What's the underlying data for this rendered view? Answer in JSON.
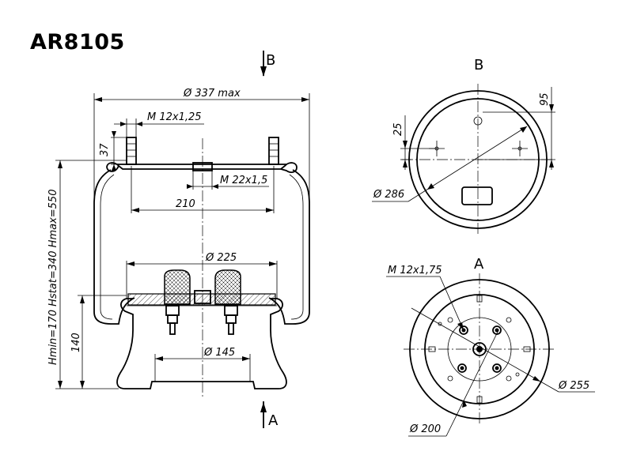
{
  "title": "AR8105",
  "views": {
    "view_b_label": "B",
    "view_a_label": "A",
    "arrow_b_label": "B",
    "arrow_a_label": "A"
  },
  "dimensions": {
    "outer_diameter": "Ø 337 max",
    "top_thread": "M 12x1,25",
    "stud_height": "37",
    "center_thread": "M 22x1,5",
    "stud_spacing": "210",
    "piston_diameter": "Ø 225",
    "base_diameter": "Ø 145",
    "piston_height": "140",
    "heights": "Hmin=170  Hstat=340  Hmax=550",
    "top_plate_diameter": "Ø 286",
    "offset_95": "95",
    "offset_25": "25",
    "bottom_thread": "M 12x1,75",
    "bottom_outer_diameter": "Ø 255",
    "bottom_bolt_circle": "Ø 200"
  }
}
